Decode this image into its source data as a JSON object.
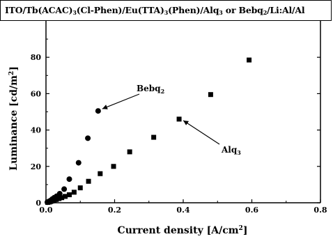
{
  "chart_data": {
    "type": "scatter",
    "title_parts": [
      {
        "t": "ITO/Tb(ACAC)"
      },
      {
        "t": "3",
        "sub": true
      },
      {
        "t": "(Cl-Phen)/Eu(TTA)"
      },
      {
        "t": "3",
        "sub": true
      },
      {
        "t": "(Phen)/Alq"
      },
      {
        "t": "3",
        "sub": true
      },
      {
        "t": " or Bebq"
      },
      {
        "t": "2",
        "sub": true
      },
      {
        "t": "/Li:Al/Al"
      }
    ],
    "xlabel": "Current density [A/cm",
    "xlabel_sup": "2",
    "xlabel_end": "]",
    "ylabel": "Luminance [cd/m",
    "ylabel_sup": "2",
    "ylabel_end": "]",
    "xlim": [
      0,
      0.8
    ],
    "ylim": [
      0,
      100
    ],
    "xticks": [
      "0.0",
      "0.2",
      "0.4",
      "0.6",
      "0.8"
    ],
    "xtick_values": [
      0,
      0.2,
      0.4,
      0.6,
      0.8
    ],
    "yticks": [
      "0",
      "20",
      "40",
      "60",
      "80"
    ],
    "ytick_values": [
      0,
      20,
      40,
      60,
      80
    ],
    "grid": false,
    "series": [
      {
        "name": "Bebq",
        "name_sub": "2",
        "marker": "circle",
        "color": "#000000",
        "x": [
          0.004,
          0.008,
          0.013,
          0.018,
          0.024,
          0.031,
          0.04,
          0.053,
          0.068,
          0.095,
          0.122,
          0.152
        ],
        "y": [
          0.3,
          0.7,
          1.2,
          2.0,
          2.8,
          3.6,
          5.0,
          7.5,
          13.0,
          22.0,
          35.5,
          50.5
        ]
      },
      {
        "name": "Alq",
        "name_sub": "3",
        "marker": "square",
        "color": "#000000",
        "x": [
          0.005,
          0.01,
          0.014,
          0.018,
          0.024,
          0.03,
          0.038,
          0.046,
          0.056,
          0.068,
          0.082,
          0.1,
          0.124,
          0.158,
          0.197,
          0.244,
          0.314,
          0.388,
          0.48,
          0.592
        ],
        "y": [
          0.2,
          0.4,
          0.7,
          1.0,
          1.4,
          1.8,
          2.3,
          2.8,
          3.5,
          4.4,
          5.8,
          8.2,
          11.8,
          16.0,
          20.0,
          28.0,
          36.0,
          46.0,
          59.5,
          78.5
        ]
      }
    ],
    "annotations": [
      {
        "text": "Bebq",
        "sub": "2",
        "series": 0
      },
      {
        "text": "Alq",
        "sub": "3",
        "series": 1
      }
    ]
  }
}
